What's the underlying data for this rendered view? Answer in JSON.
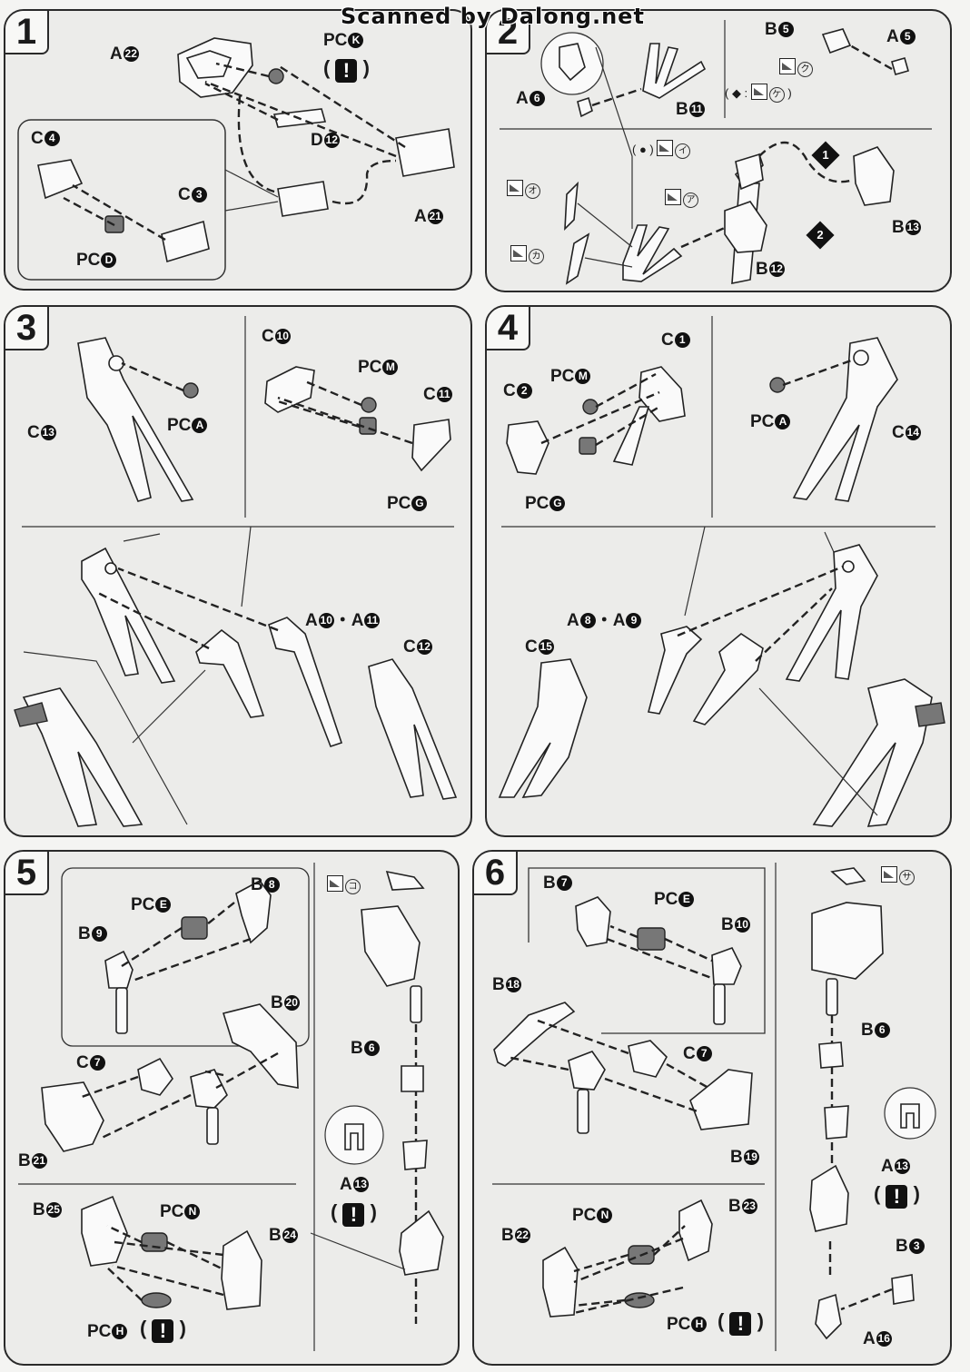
{
  "watermark": "Scanned by Dalong.net",
  "steps": {
    "s1": {
      "number": "1",
      "labels": {
        "a22": "A",
        "a22n": "22",
        "pck": "PC",
        "pckn": "K",
        "d12": "D",
        "d12n": "12",
        "a21": "A",
        "a21n": "21",
        "c4": "C",
        "c4n": "4",
        "c3": "C",
        "c3n": "3",
        "pcd": "PC",
        "pcdn": "D"
      },
      "warn": "!"
    },
    "s2": {
      "number": "2",
      "labels": {
        "a6": "A",
        "a6n": "6",
        "b11": "B",
        "b11n": "11",
        "b5": "B",
        "b5n": "5",
        "a5": "A",
        "a5n": "5",
        "b13": "B",
        "b13n": "13",
        "b12": "B",
        "b12n": "12"
      },
      "tags": {
        "ku": "ク",
        "ke": "ケ",
        "i": "イ",
        "a": "ア",
        "o": "オ",
        "ka": "カ"
      },
      "order": [
        "1",
        "2"
      ]
    },
    "s3": {
      "number": "3",
      "labels": {
        "c13": "C",
        "c13n": "13",
        "pca": "PC",
        "pcan": "A",
        "c10": "C",
        "c10n": "10",
        "pcm": "PC",
        "pcmn": "M",
        "c11": "C",
        "c11n": "11",
        "pcg": "PC",
        "pcgn": "G",
        "a1011": "A",
        "a1011n1": "10",
        "a1011sep": "・A",
        "a1011n2": "11",
        "c12": "C",
        "c12n": "12"
      }
    },
    "s4": {
      "number": "4",
      "labels": {
        "c1": "C",
        "c1n": "1",
        "c2": "C",
        "c2n": "2",
        "pcm": "PC",
        "pcmn": "M",
        "pcg": "PC",
        "pcgn": "G",
        "pca": "PC",
        "pcan": "A",
        "c14": "C",
        "c14n": "14",
        "a89": "A",
        "a89n1": "8",
        "a89sep": "・A",
        "a89n2": "9",
        "c15": "C",
        "c15n": "15"
      }
    },
    "s5": {
      "number": "5",
      "labels": {
        "pce": "PC",
        "pcen": "E",
        "b8": "B",
        "b8n": "8",
        "b9": "B",
        "b9n": "9",
        "b20": "B",
        "b20n": "20",
        "c7": "C",
        "c7n": "7",
        "b21": "B",
        "b21n": "21",
        "b25": "B",
        "b25n": "25",
        "pcn": "PC",
        "pcnn": "N",
        "b24": "B",
        "b24n": "24",
        "pch": "PC",
        "pchn": "H",
        "b6": "B",
        "b6n": "6",
        "a13": "A",
        "a13n": "13"
      },
      "tags": {
        "ko": "コ"
      },
      "warn": "!"
    },
    "s6": {
      "number": "6",
      "labels": {
        "b7": "B",
        "b7n": "7",
        "pce": "PC",
        "pcen": "E",
        "b10": "B",
        "b10n": "10",
        "b18": "B",
        "b18n": "18",
        "c7": "C",
        "c7n": "7",
        "b19": "B",
        "b19n": "19",
        "pcn": "PC",
        "pcnn": "N",
        "b23": "B",
        "b23n": "23",
        "b22": "B",
        "b22n": "22",
        "pch": "PC",
        "pchn": "H",
        "b6": "B",
        "b6n": "6",
        "a13": "A",
        "a13n": "13",
        "b3": "B",
        "b3n": "3",
        "a16": "A",
        "a16n": "16"
      },
      "tags": {
        "sa": "サ"
      },
      "warn": "!"
    }
  }
}
